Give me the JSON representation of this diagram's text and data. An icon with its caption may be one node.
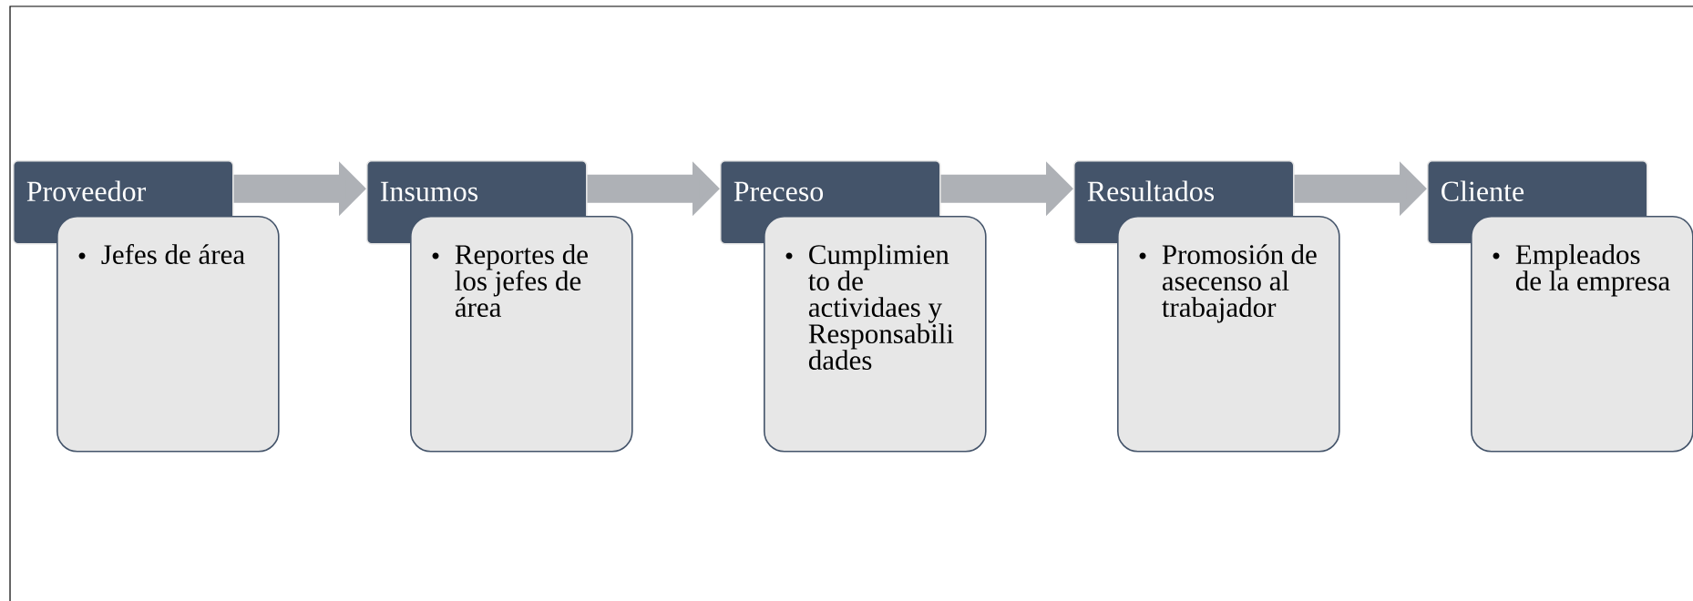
{
  "diagram": {
    "nodes": [
      {
        "text": [
          "Proveedor"
        ]
      },
      {
        "text": [
          "Jefes de área"
        ]
      },
      {
        "text": [
          "Insumos"
        ]
      },
      {
        "text": [
          "Reportes de los jefes de área"
        ]
      },
      {
        "text": [
          "Preceso"
        ]
      },
      {
        "text": [
          "Cumplimien to de actividaes y Responsabili dades"
        ]
      },
      {
        "text": [
          "Resultados"
        ]
      },
      {
        "text": [
          "Promosión de asecenso al trabajador"
        ]
      },
      {
        "text": [
          "Cliente"
        ]
      },
      {
        "text": [
          "Empleados de la empresa"
        ]
      }
    ],
    "edges": [
      {
        "from": 0,
        "to": 2,
        "arrow": "to"
      },
      {
        "from": 2,
        "to": 4,
        "arrow": "to"
      },
      {
        "from": 4,
        "to": 6,
        "arrow": "to"
      },
      {
        "from": 6,
        "to": 8,
        "arrow": "to"
      }
    ]
  }
}
